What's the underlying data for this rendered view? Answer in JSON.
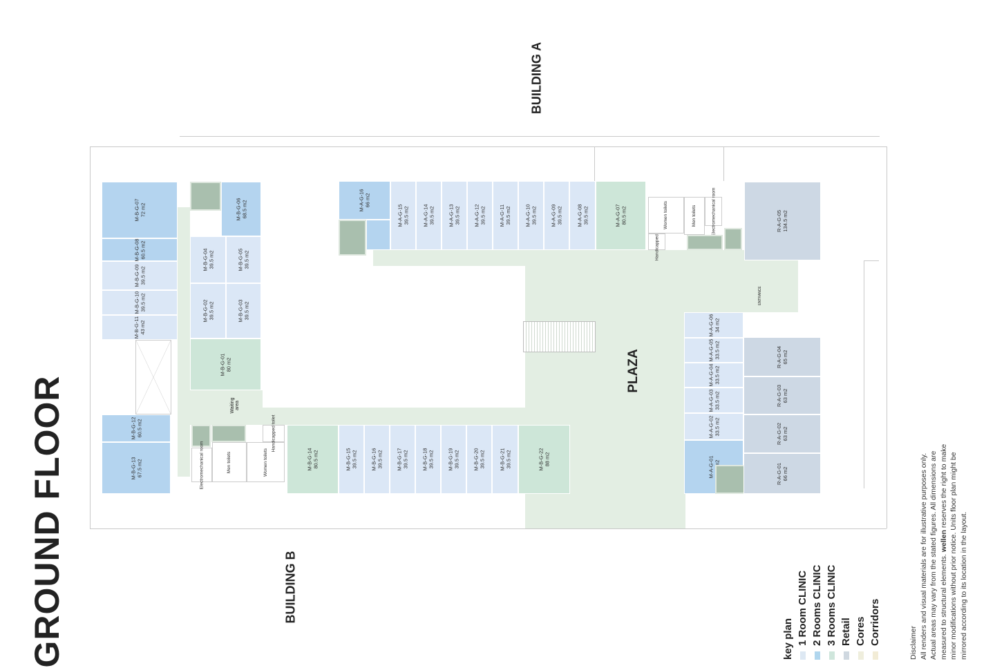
{
  "title": "GROUND FLOOR",
  "labels": {
    "building_a": "BUILDING A",
    "building_b": "BUILDING B",
    "plaza": "PLAZA",
    "entrance": "ENTRANCE",
    "waiting_area": "Waiting area",
    "men_toilets": "Men toilets",
    "women_toilets": "Women toilets",
    "electromechanical_room": "Electromechanical room",
    "handicapped_toilet": "Handicapped toilet"
  },
  "rooms": {
    "mbg01": {
      "id": "M-B-G-01",
      "area": "80 m2"
    },
    "mbg02": {
      "id": "M-B-G-02",
      "area": "39.5 m2"
    },
    "mbg03": {
      "id": "M-B-G-03",
      "area": "39.5 m2"
    },
    "mbg04": {
      "id": "M-B-G-04",
      "area": "39.5 m2"
    },
    "mbg05": {
      "id": "M-B-G-05",
      "area": "39.5 m2"
    },
    "mbg06": {
      "id": "M-B-G-06",
      "area": "68.5 m2"
    },
    "mbg07": {
      "id": "M-B-G-07",
      "area": "72 m2"
    },
    "mbg08": {
      "id": "M-B-G-08",
      "area": "60.5 m2"
    },
    "mbg09": {
      "id": "M-B-G-09",
      "area": "39.5 m2"
    },
    "mbg10": {
      "id": "M-B-G-10",
      "area": "39.5 m2"
    },
    "mbg11": {
      "id": "M-B-G-11",
      "area": "43 m2"
    },
    "mbg12": {
      "id": "M-B-G-12",
      "area": "60.5 m2"
    },
    "mbg13": {
      "id": "M-B-G-13",
      "area": "67.5 m2"
    },
    "mbg14": {
      "id": "M-B-G-14",
      "area": "80.5 m2"
    },
    "mbg15": {
      "id": "M-B-G-15",
      "area": "39.5 m2"
    },
    "mbg16": {
      "id": "M-B-G-16",
      "area": "39.5 m2"
    },
    "mbg17": {
      "id": "M-B-G-17",
      "area": "39.5 m2"
    },
    "mbg18": {
      "id": "M-B-G-18",
      "area": "39.5 m2"
    },
    "mbg19": {
      "id": "M-B-G-19",
      "area": "39.5 m2"
    },
    "mbg20": {
      "id": "M-B-G-20",
      "area": "39.5 m2"
    },
    "mbg21": {
      "id": "M-B-G-21",
      "area": "39.5 m2"
    },
    "mbg22": {
      "id": "M-B-G-22",
      "area": "88 m2"
    },
    "mag16": {
      "id": "M-A-G-16",
      "area": "66 m2"
    },
    "mag15": {
      "id": "M-A-G-15",
      "area": "39.5 m2"
    },
    "mag14": {
      "id": "M-A-G-14",
      "area": "39.5 m2"
    },
    "mag13": {
      "id": "M-A-G-13",
      "area": "39.5 m2"
    },
    "mag12": {
      "id": "M-A-G-12",
      "area": "39.5 m2"
    },
    "mag11": {
      "id": "M-A-G-11",
      "area": "39.5 m2"
    },
    "mag10": {
      "id": "M-A-G-10",
      "area": "39.5 m2"
    },
    "mag09": {
      "id": "M-A-G-09",
      "area": "39.5 m2"
    },
    "mag08": {
      "id": "M-A-G-08",
      "area": "39.5 m2"
    },
    "mag07": {
      "id": "M-A-G-07",
      "area": "80.5 m2"
    },
    "mag01": {
      "id": "M-A-G-01",
      "area": "55 m2"
    },
    "mag02": {
      "id": "M-A-G-02",
      "area": "33.5 m2"
    },
    "mag03": {
      "id": "M-A-G-03",
      "area": "33.5 m2"
    },
    "mag04": {
      "id": "M-A-G-04",
      "area": "33.5 m2"
    },
    "mag05": {
      "id": "M-A-G-05",
      "area": "33.5 m2"
    },
    "mag06": {
      "id": "M-A-G-06",
      "area": "34 m2"
    },
    "rag01": {
      "id": "R-A-G-01",
      "area": "66 m2"
    },
    "rag02": {
      "id": "R-A-G-02",
      "area": "63 m2"
    },
    "rag03": {
      "id": "R-A-G-03",
      "area": "63 m2"
    },
    "rag04": {
      "id": "R-A-G-04",
      "area": "65 m2"
    },
    "rag05": {
      "id": "R-A-G-05",
      "area": "134.5 m2"
    }
  },
  "legend": {
    "title": "key plan",
    "items": [
      {
        "label": "1 Room CLINIC",
        "color": "#dde8f3"
      },
      {
        "label": "2 Rooms CLINIC",
        "color": "#b0d6ee"
      },
      {
        "label": "3 Rooms CLINIC",
        "color": "#cfe6dc"
      },
      {
        "label": "Retail",
        "color": "#cfd8e0"
      },
      {
        "label": "Cores",
        "color": "#efeedd"
      },
      {
        "label": "Corridors",
        "color": "#f2ecd6"
      }
    ]
  },
  "disclaimer": {
    "title": "Disclaimer",
    "text_before": "All renders and visual materials are for illustrative purposes only. Actual areas may vary from the stated figures. All dimensions are measured to structural elements. ",
    "brand": "wellen",
    "text_after": " reserves the right to make minor modifications without prior notice. Units floor plan might be mirrored according to its location in the layout."
  }
}
